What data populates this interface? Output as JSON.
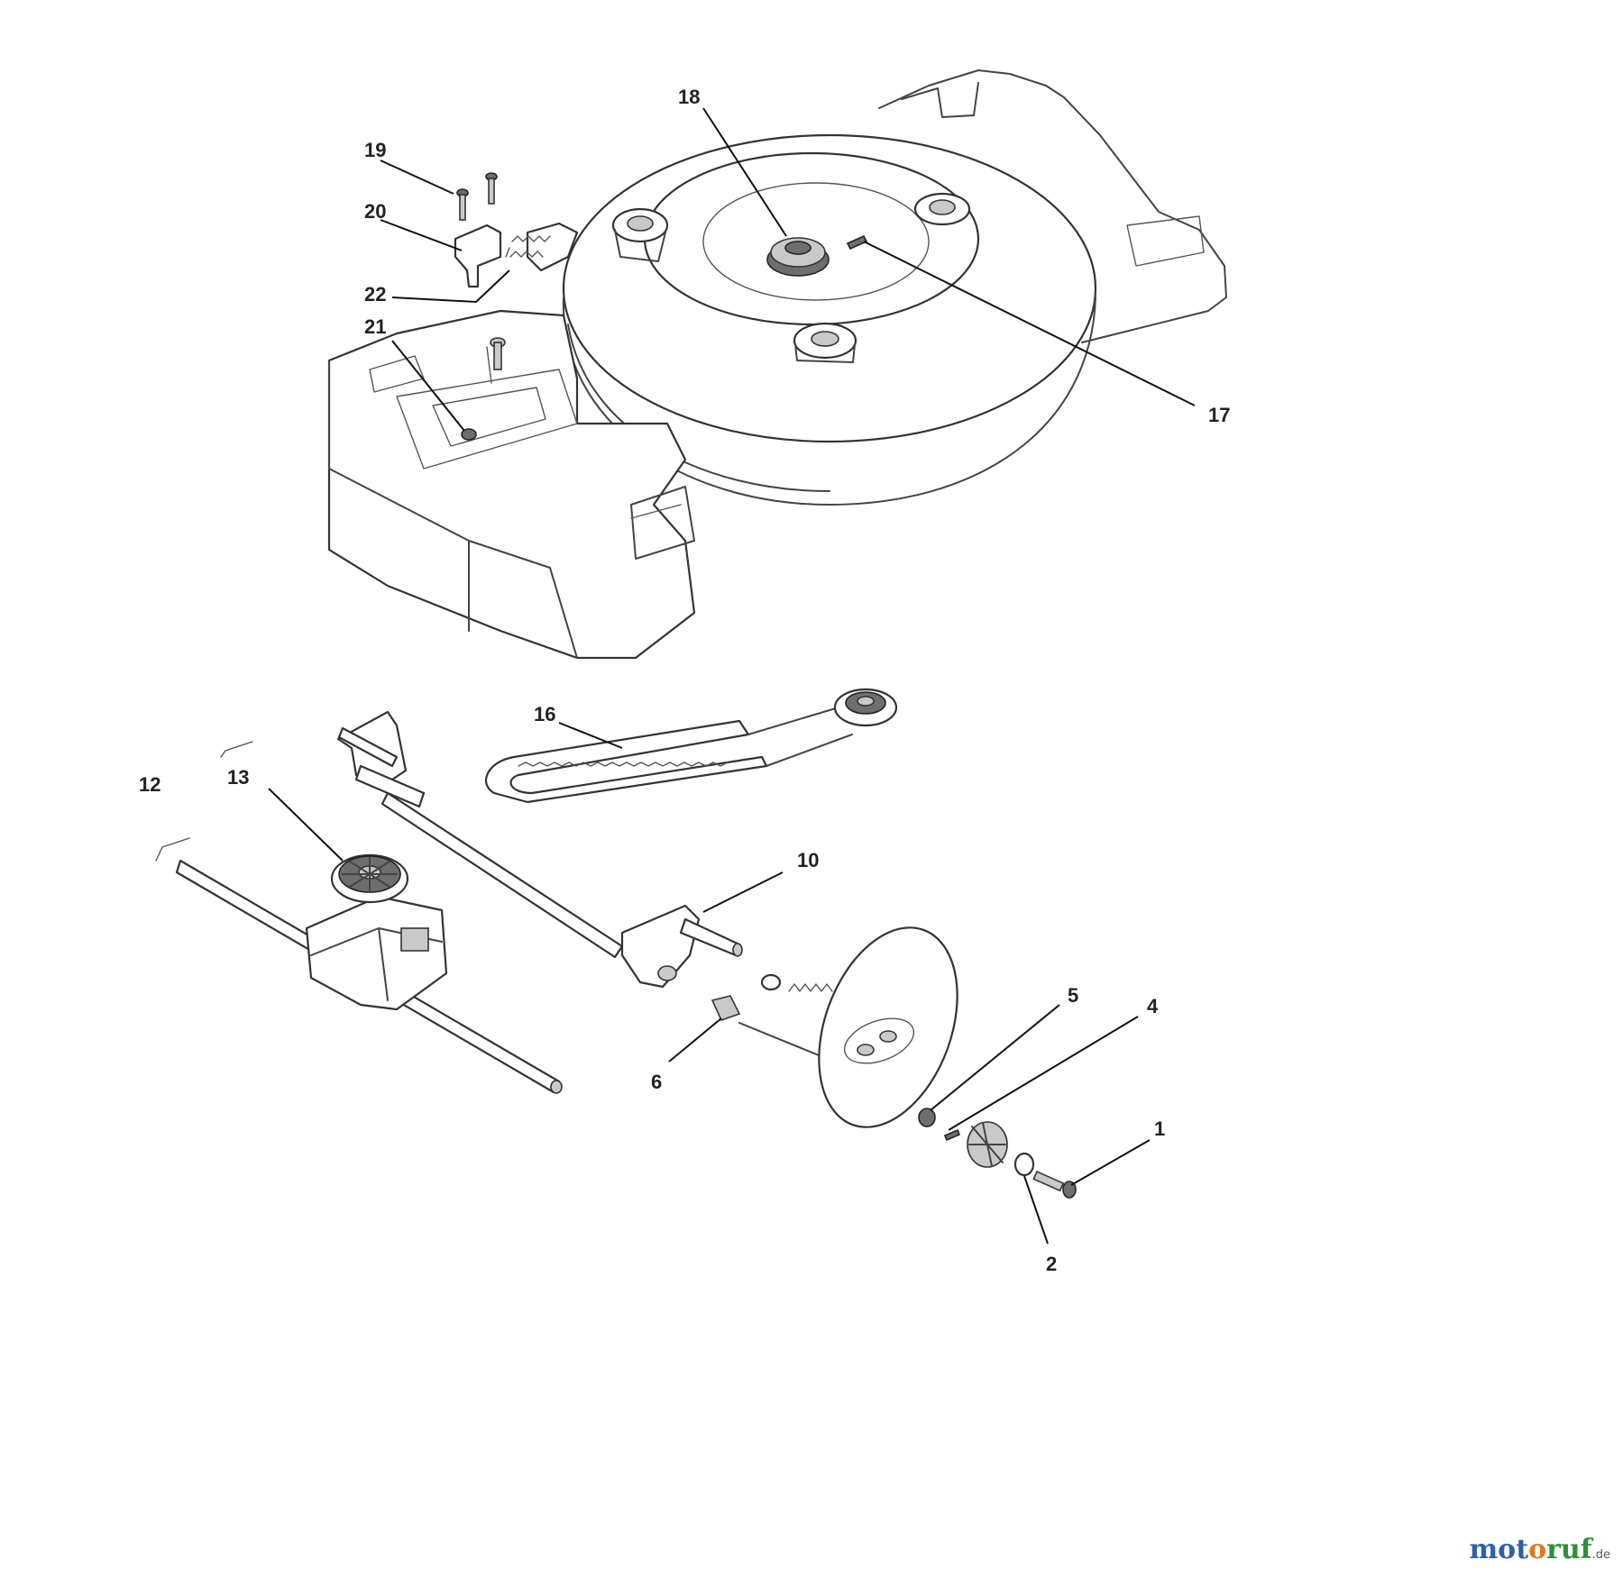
{
  "callouts": {
    "c1": "1",
    "c2": "2",
    "c4": "4",
    "c5": "5",
    "c6": "6",
    "c10": "10",
    "c12": "12",
    "c13": "13",
    "c16": "16",
    "c17": "17",
    "c18": "18",
    "c19": "19",
    "c20": "20",
    "c21": "21",
    "c22": "22"
  },
  "watermark": {
    "part1": "mot",
    "part2": "o",
    "part3": "ruf",
    "tld": ".de"
  }
}
